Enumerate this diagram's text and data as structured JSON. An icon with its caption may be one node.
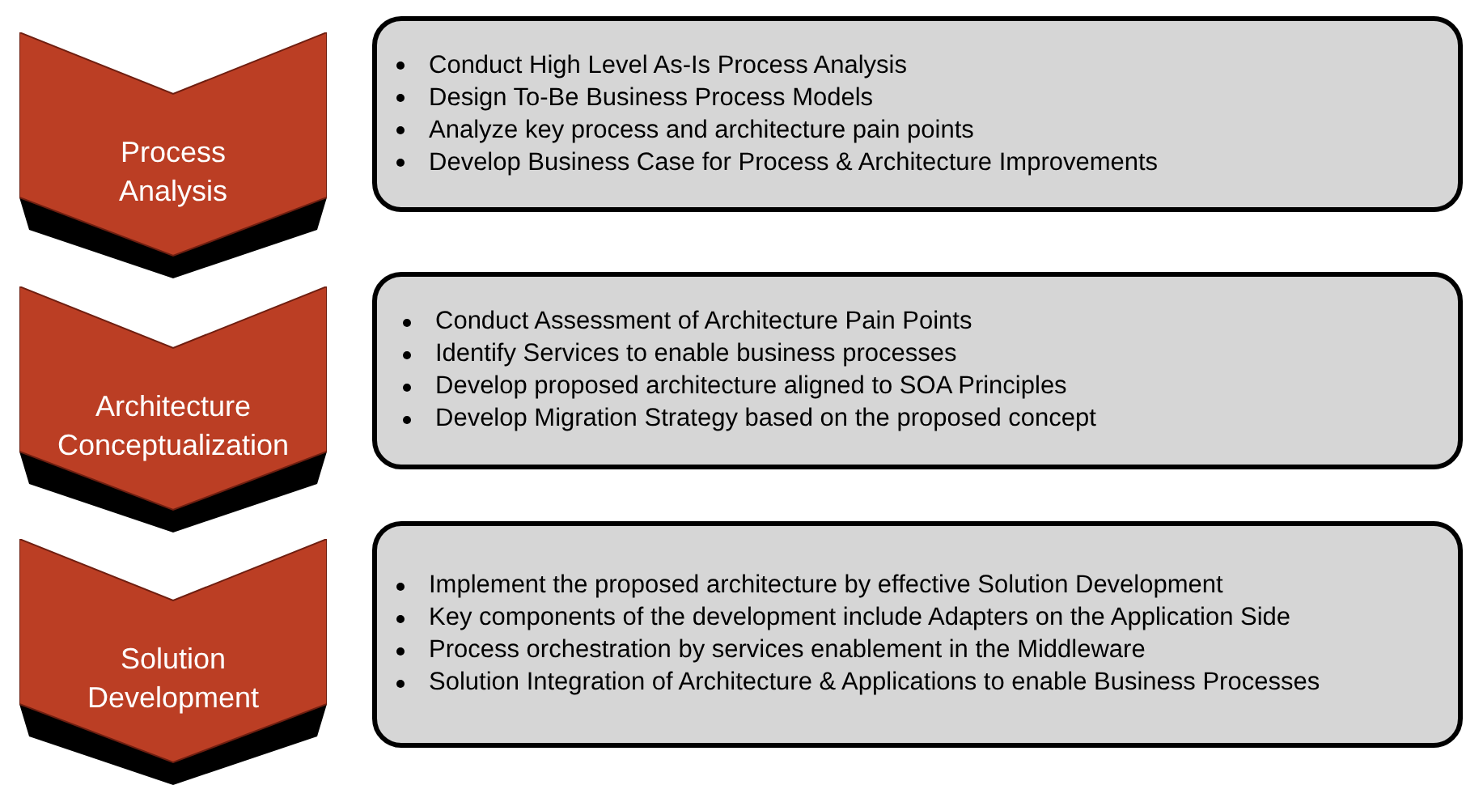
{
  "diagram": {
    "nodes": [
      {
        "text": [
          "Process Analysis"
        ]
      },
      {
        "text": [
          "Conduct High Level As-Is Process Analysis",
          "Design To-Be Business Process Models",
          "Analyze key process and architecture pain points",
          "Develop Business Case for Process & Architecture Improvements"
        ]
      },
      {
        "text": [
          "Architecture Conceptualization"
        ]
      },
      {
        "text": [
          "Conduct Assessment of Architecture Pain Points",
          "Identify Services to enable business processes",
          "Develop proposed architecture aligned to SOA Principles",
          "Develop Migration Strategy based on the proposed concept"
        ]
      },
      {
        "text": [
          "Solution Development"
        ]
      },
      {
        "text": [
          "Implement the proposed architecture by effective Solution Development",
          "Key components of the development include Adapters on the Application Side",
          "Process orchestration by services enablement in the Middleware",
          "Solution Integration of Architecture & Applications to enable Business Processes"
        ]
      }
    ]
  }
}
